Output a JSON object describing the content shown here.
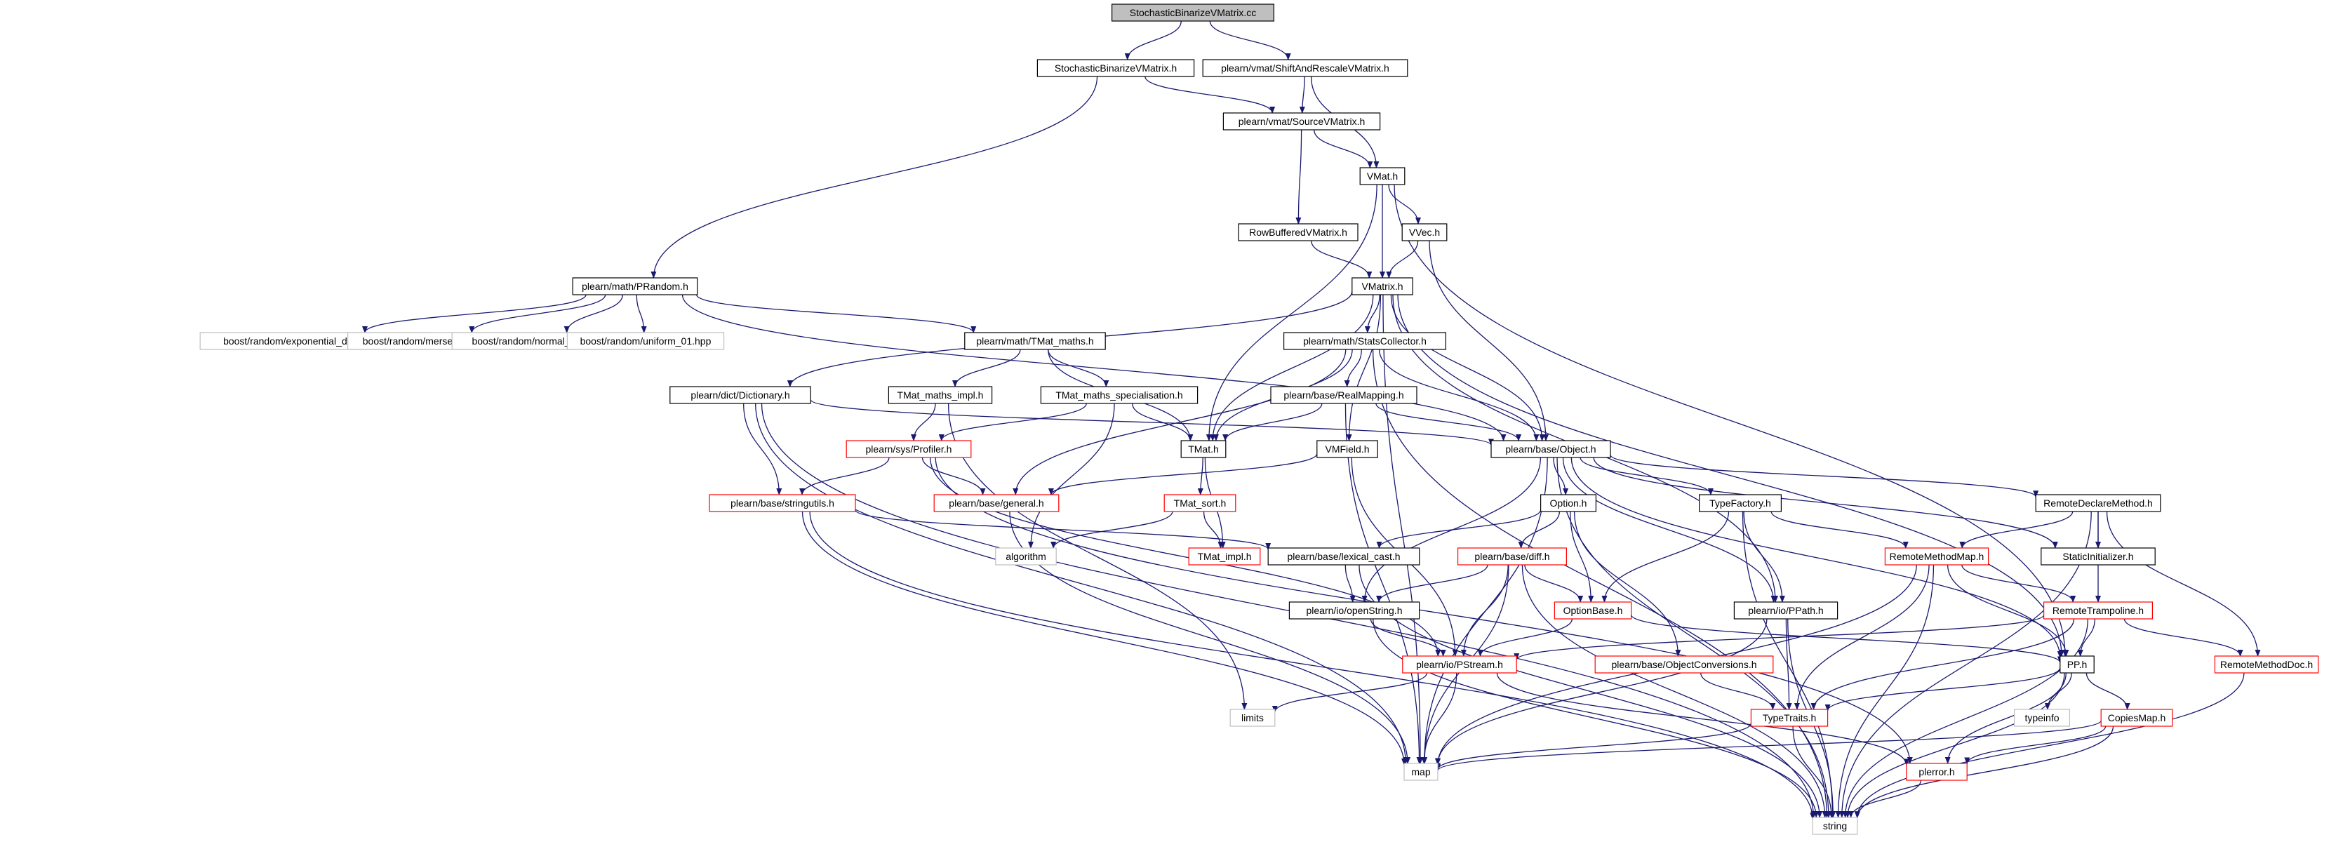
{
  "diagram": {
    "type": "include-dependency-graph",
    "colors": {
      "edge": "#191970",
      "border_normal": "#000000",
      "border_truncated": "#ff0000",
      "border_external": "#bfbfbf",
      "fill_root": "#bfbfbf",
      "fill_default": "#ffffff",
      "text": "#000000"
    },
    "nodes": [
      {
        "id": "root",
        "label": "StochasticBinarizeVMatrix.cc",
        "style": "root"
      },
      {
        "id": "sbvm_h",
        "label": "StochasticBinarizeVMatrix.h",
        "style": "normal"
      },
      {
        "id": "shift",
        "label": "plearn/vmat/ShiftAndRescaleVMatrix.h",
        "style": "normal"
      },
      {
        "id": "source",
        "label": "plearn/vmat/SourceVMatrix.h",
        "style": "normal"
      },
      {
        "id": "vmat",
        "label": "VMat.h",
        "style": "normal"
      },
      {
        "id": "rowbuf",
        "label": "RowBufferedVMatrix.h",
        "style": "normal"
      },
      {
        "id": "vvec",
        "label": "VVec.h",
        "style": "normal"
      },
      {
        "id": "vmatrix",
        "label": "VMatrix.h",
        "style": "normal"
      },
      {
        "id": "prandom",
        "label": "plearn/math/PRandom.h",
        "style": "normal"
      },
      {
        "id": "exp",
        "label": "boost/random/exponential_distribution.hpp",
        "style": "external"
      },
      {
        "id": "mers",
        "label": "boost/random/mersenne_twister.hpp",
        "style": "external"
      },
      {
        "id": "normal",
        "label": "boost/random/normal_distribution.hpp",
        "style": "external"
      },
      {
        "id": "uniform",
        "label": "boost/random/uniform_01.hpp",
        "style": "external"
      },
      {
        "id": "tmatmaths",
        "label": "plearn/math/TMat_maths.h",
        "style": "normal"
      },
      {
        "id": "stats",
        "label": "plearn/math/StatsCollector.h",
        "style": "normal"
      },
      {
        "id": "dict",
        "label": "plearn/dict/Dictionary.h",
        "style": "normal"
      },
      {
        "id": "tmimpl",
        "label": "TMat_maths_impl.h",
        "style": "normal"
      },
      {
        "id": "tmspec",
        "label": "TMat_maths_specialisation.h",
        "style": "normal"
      },
      {
        "id": "realmap",
        "label": "plearn/base/RealMapping.h",
        "style": "normal"
      },
      {
        "id": "object",
        "label": "plearn/base/Object.h",
        "style": "normal"
      },
      {
        "id": "profiler",
        "label": "plearn/sys/Profiler.h",
        "style": "truncated"
      },
      {
        "id": "tmat",
        "label": "TMat.h",
        "style": "normal"
      },
      {
        "id": "vmfield",
        "label": "VMField.h",
        "style": "normal"
      },
      {
        "id": "stringutils",
        "label": "plearn/base/stringutils.h",
        "style": "truncated"
      },
      {
        "id": "general",
        "label": "plearn/base/general.h",
        "style": "truncated"
      },
      {
        "id": "tmatsort",
        "label": "TMat_sort.h",
        "style": "truncated"
      },
      {
        "id": "option",
        "label": "Option.h",
        "style": "normal"
      },
      {
        "id": "typefactory",
        "label": "TypeFactory.h",
        "style": "normal"
      },
      {
        "id": "rdm",
        "label": "RemoteDeclareMethod.h",
        "style": "normal"
      },
      {
        "id": "algorithm",
        "label": "algorithm",
        "style": "external"
      },
      {
        "id": "tmatimpl",
        "label": "TMat_impl.h",
        "style": "truncated"
      },
      {
        "id": "lexical",
        "label": "plearn/base/lexical_cast.h",
        "style": "normal"
      },
      {
        "id": "diff",
        "label": "plearn/base/diff.h",
        "style": "truncated"
      },
      {
        "id": "rmm",
        "label": "RemoteMethodMap.h",
        "style": "truncated"
      },
      {
        "id": "staticinit",
        "label": "StaticInitializer.h",
        "style": "normal"
      },
      {
        "id": "openstring",
        "label": "plearn/io/openString.h",
        "style": "normal"
      },
      {
        "id": "optionbase",
        "label": "OptionBase.h",
        "style": "truncated"
      },
      {
        "id": "ppath",
        "label": "plearn/io/PPath.h",
        "style": "normal"
      },
      {
        "id": "rtramp",
        "label": "RemoteTrampoline.h",
        "style": "truncated"
      },
      {
        "id": "objconv",
        "label": "plearn/base/ObjectConversions.h",
        "style": "truncated"
      },
      {
        "id": "pstream",
        "label": "plearn/io/PStream.h",
        "style": "truncated"
      },
      {
        "id": "pph",
        "label": "PP.h",
        "style": "normal"
      },
      {
        "id": "rmdoc",
        "label": "RemoteMethodDoc.h",
        "style": "truncated"
      },
      {
        "id": "limits",
        "label": "limits",
        "style": "external"
      },
      {
        "id": "typetraits",
        "label": "TypeTraits.h",
        "style": "truncated"
      },
      {
        "id": "typeinfo",
        "label": "typeinfo",
        "style": "external"
      },
      {
        "id": "copiesmap",
        "label": "CopiesMap.h",
        "style": "truncated"
      },
      {
        "id": "map",
        "label": "map",
        "style": "external"
      },
      {
        "id": "plerror",
        "label": "plerror.h",
        "style": "truncated"
      },
      {
        "id": "string",
        "label": "string",
        "style": "external"
      }
    ],
    "edges": [
      [
        "root",
        "sbvm_h"
      ],
      [
        "root",
        "shift"
      ],
      [
        "sbvm_h",
        "source"
      ],
      [
        "sbvm_h",
        "prandom"
      ],
      [
        "shift",
        "source"
      ],
      [
        "shift",
        "vmat"
      ],
      [
        "source",
        "vmat"
      ],
      [
        "source",
        "rowbuf"
      ],
      [
        "vmat",
        "vvec"
      ],
      [
        "vmat",
        "vmatrix"
      ],
      [
        "vmat",
        "tmat"
      ],
      [
        "vmat",
        "pph"
      ],
      [
        "rowbuf",
        "vmatrix"
      ],
      [
        "vvec",
        "vmatrix"
      ],
      [
        "vvec",
        "object"
      ],
      [
        "vmatrix",
        "stats"
      ],
      [
        "vmatrix",
        "dict"
      ],
      [
        "vmatrix",
        "tmat"
      ],
      [
        "vmatrix",
        "object"
      ],
      [
        "vmatrix",
        "vmfield"
      ],
      [
        "vmatrix",
        "ppath"
      ],
      [
        "vmatrix",
        "pph"
      ],
      [
        "vmatrix",
        "map"
      ],
      [
        "prandom",
        "exp"
      ],
      [
        "prandom",
        "mers"
      ],
      [
        "prandom",
        "normal"
      ],
      [
        "prandom",
        "uniform"
      ],
      [
        "prandom",
        "tmatmaths"
      ],
      [
        "prandom",
        "object"
      ],
      [
        "tmatmaths",
        "tmimpl"
      ],
      [
        "tmatmaths",
        "tmspec"
      ],
      [
        "tmatmaths",
        "tmat"
      ],
      [
        "stats",
        "realmap"
      ],
      [
        "stats",
        "tmat"
      ],
      [
        "stats",
        "object"
      ],
      [
        "stats",
        "general"
      ],
      [
        "stats",
        "string"
      ],
      [
        "dict",
        "stringutils"
      ],
      [
        "dict",
        "object"
      ],
      [
        "dict",
        "map"
      ],
      [
        "dict",
        "string"
      ],
      [
        "tmimpl",
        "profiler"
      ],
      [
        "tmimpl",
        "limits"
      ],
      [
        "tmspec",
        "profiler"
      ],
      [
        "tmspec",
        "tmat"
      ],
      [
        "tmspec",
        "algorithm"
      ],
      [
        "realmap",
        "tmat"
      ],
      [
        "realmap",
        "object"
      ],
      [
        "realmap",
        "map"
      ],
      [
        "object",
        "option"
      ],
      [
        "object",
        "typefactory"
      ],
      [
        "object",
        "rdm"
      ],
      [
        "object",
        "staticinit"
      ],
      [
        "object",
        "ppath"
      ],
      [
        "object",
        "pph"
      ],
      [
        "object",
        "map"
      ],
      [
        "object",
        "string"
      ],
      [
        "object",
        "openstring"
      ],
      [
        "profiler",
        "stringutils"
      ],
      [
        "profiler",
        "general"
      ],
      [
        "profiler",
        "pstream"
      ],
      [
        "profiler",
        "plerror"
      ],
      [
        "tmat",
        "tmatsort"
      ],
      [
        "tmat",
        "tmatimpl"
      ],
      [
        "vmfield",
        "general"
      ],
      [
        "vmfield",
        "pstream"
      ],
      [
        "stringutils",
        "lexical"
      ],
      [
        "stringutils",
        "map"
      ],
      [
        "stringutils",
        "string"
      ],
      [
        "general",
        "map"
      ],
      [
        "tmatsort",
        "algorithm"
      ],
      [
        "tmatsort",
        "tmatimpl"
      ],
      [
        "option",
        "lexical"
      ],
      [
        "option",
        "diff"
      ],
      [
        "option",
        "optionbase"
      ],
      [
        "option",
        "objconv"
      ],
      [
        "typefactory",
        "optionbase"
      ],
      [
        "typefactory",
        "rmm"
      ],
      [
        "typefactory",
        "ppath"
      ],
      [
        "typefactory",
        "string"
      ],
      [
        "rdm",
        "rmm"
      ],
      [
        "rdm",
        "rtramp"
      ],
      [
        "rdm",
        "rmdoc"
      ],
      [
        "rdm",
        "staticinit"
      ],
      [
        "rdm",
        "string"
      ],
      [
        "lexical",
        "openstring"
      ],
      [
        "lexical",
        "string"
      ],
      [
        "diff",
        "openstring"
      ],
      [
        "diff",
        "optionbase"
      ],
      [
        "diff",
        "pstream"
      ],
      [
        "diff",
        "map"
      ],
      [
        "diff",
        "string"
      ],
      [
        "rmm",
        "rtramp"
      ],
      [
        "rmm",
        "pph"
      ],
      [
        "rmm",
        "typetraits"
      ],
      [
        "rmm",
        "map"
      ],
      [
        "rmm",
        "string"
      ],
      [
        "openstring",
        "pstream"
      ],
      [
        "openstring",
        "string"
      ],
      [
        "optionbase",
        "pstream"
      ],
      [
        "optionbase",
        "pph"
      ],
      [
        "ppath",
        "typetraits"
      ],
      [
        "ppath",
        "map"
      ],
      [
        "ppath",
        "string"
      ],
      [
        "rtramp",
        "pph"
      ],
      [
        "rtramp",
        "pstream"
      ],
      [
        "rtramp",
        "typetraits"
      ],
      [
        "rtramp",
        "rmdoc"
      ],
      [
        "rtramp",
        "string"
      ],
      [
        "objconv",
        "typetraits"
      ],
      [
        "pstream",
        "limits"
      ],
      [
        "pstream",
        "map"
      ],
      [
        "pstream",
        "plerror"
      ],
      [
        "pph",
        "typeinfo"
      ],
      [
        "pph",
        "typetraits"
      ],
      [
        "pph",
        "copiesmap"
      ],
      [
        "pph",
        "plerror"
      ],
      [
        "pph",
        "string"
      ],
      [
        "rmdoc",
        "string"
      ],
      [
        "typetraits",
        "map"
      ],
      [
        "typetraits",
        "string"
      ],
      [
        "copiesmap",
        "map"
      ],
      [
        "copiesmap",
        "plerror"
      ],
      [
        "copiesmap",
        "string"
      ],
      [
        "plerror",
        "string"
      ]
    ]
  }
}
